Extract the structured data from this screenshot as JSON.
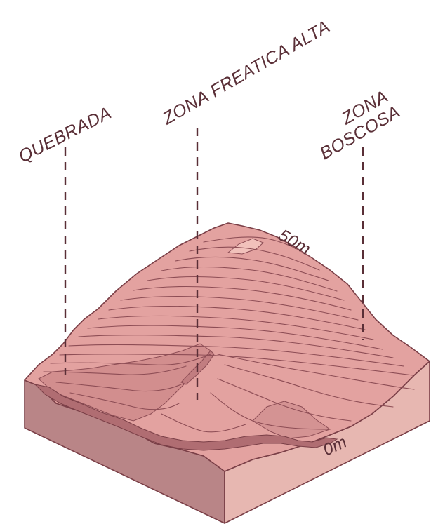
{
  "labels": {
    "quebrada": "QUEBRADA",
    "zona_freatica": "ZONA FREATICA ALTA",
    "zona_line1": "ZONA",
    "zona_line2": "BOSCOSA",
    "top_elevation": "50m",
    "bottom_elevation": "0m"
  },
  "colors": {
    "terrain_surface": "#e3a2a0",
    "terrain_light": "#eab2ad",
    "valley_shade": "#d28e8e",
    "stream": "#b06d72",
    "block_left_face": "#b98587",
    "block_right_face": "#e7b7b1",
    "label_text": "#5a2f37"
  }
}
